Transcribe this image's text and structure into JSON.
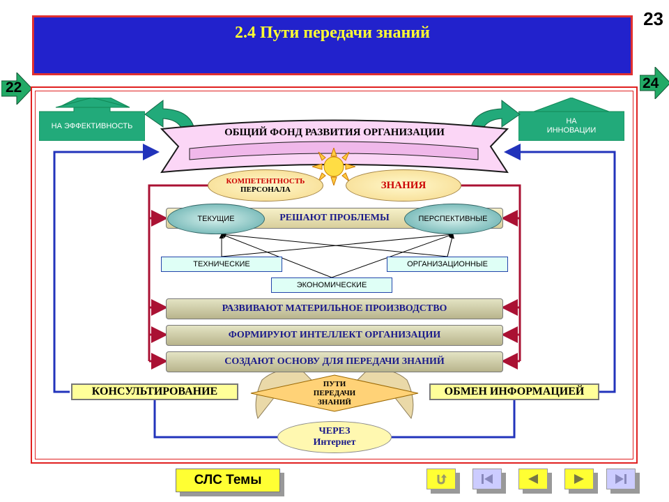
{
  "header": {
    "title": "2.4  Пути передачи знаний",
    "page_number": "23"
  },
  "nav": {
    "prev_page": "22",
    "next_page": "24"
  },
  "side_arrows": {
    "left_label": "НА ЭФФЕКТИВНОСТЬ",
    "right_label": "НА ИННОВАЦИИ"
  },
  "banner": {
    "text": "ОБЩИЙ ФОНД  РАЗВИТИЯ  ОРГАНИЗАЦИИ"
  },
  "ellipses": {
    "competence_line1": "КОМПЕТЕНТНОСТЬ",
    "competence_line2": "ПЕРСОНАЛА",
    "knowledge": "ЗНАНИЯ"
  },
  "problems_bar": {
    "text": "РЕШАЮТ ПРОБЛЕМЫ",
    "left": "ТЕКУЩИЕ",
    "right": "ПЕРСПЕКТИВНЫЕ"
  },
  "categories": {
    "technical": "ТЕХНИЧЕСКИЕ",
    "organizational": "ОРГАНИЗАЦИОННЫЕ",
    "economic": "ЭКОНОМИЧЕСКИЕ"
  },
  "bars": [
    "РАЗВИВАЮТ МАТЕРИЛЬНОЕ ПРОИЗВОДСТВО",
    "ФОРМИРУЮТ ИНТЕЛЛЕКТ ОРГАНИЗАЦИИ",
    "СОЗДАЮТ ОСНОВУ ДЛЯ ПЕРЕДАЧИ ЗНАНИЙ"
  ],
  "bottom": {
    "consulting": "КОНСУЛЬТИРОВАНИЕ",
    "exchange": "ОБМЕН ИНФОРМАЦИЕЙ",
    "diamond_line1": "ПУТИ",
    "diamond_line2": "ПЕРЕДАЧИ",
    "diamond_line3": "ЗНАНИЙ",
    "internet_line1": "ЧЕРЕЗ",
    "internet_line2": "Интернет"
  },
  "footer": {
    "topics_button": "СЛС Темы"
  },
  "colors": {
    "header_bg": "#2222cc",
    "title": "#ffff33",
    "frame": "#e02020",
    "blue_lines": "#2233bb",
    "red_lines": "#aa1133"
  }
}
